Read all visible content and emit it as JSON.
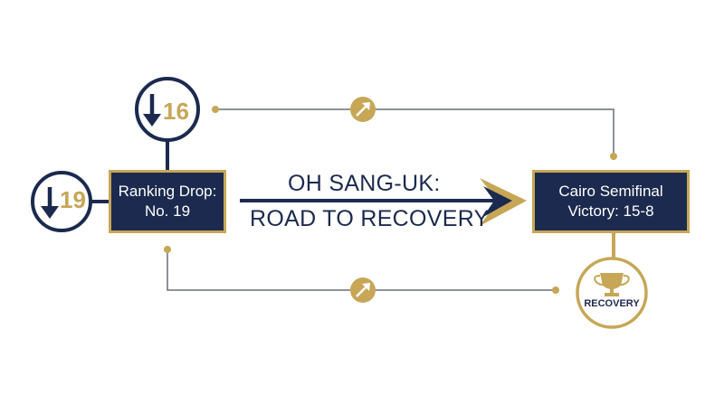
{
  "title": {
    "line1": "OH SANG-UK:",
    "line2": "ROAD TO RECOVERY"
  },
  "nodes": {
    "ranking_drop": {
      "line1": "Ranking Drop:",
      "line2": "No. 19"
    },
    "cairo_victory": {
      "line1": "Cairo Semifinal",
      "line2": "Victory: 15-8"
    }
  },
  "badges": {
    "rank_16": {
      "value": "16",
      "icon": "down-arrow-icon"
    },
    "rank_19": {
      "value": "19",
      "icon": "down-arrow-icon"
    },
    "recovery": {
      "label": "RECOVERY",
      "icon": "trophy-icon"
    }
  },
  "connector_icon": "up-right-arrow-icon",
  "colors": {
    "navy": "#1b2a4e",
    "gold": "#c7a656",
    "gray_line": "#6b6f7a"
  }
}
